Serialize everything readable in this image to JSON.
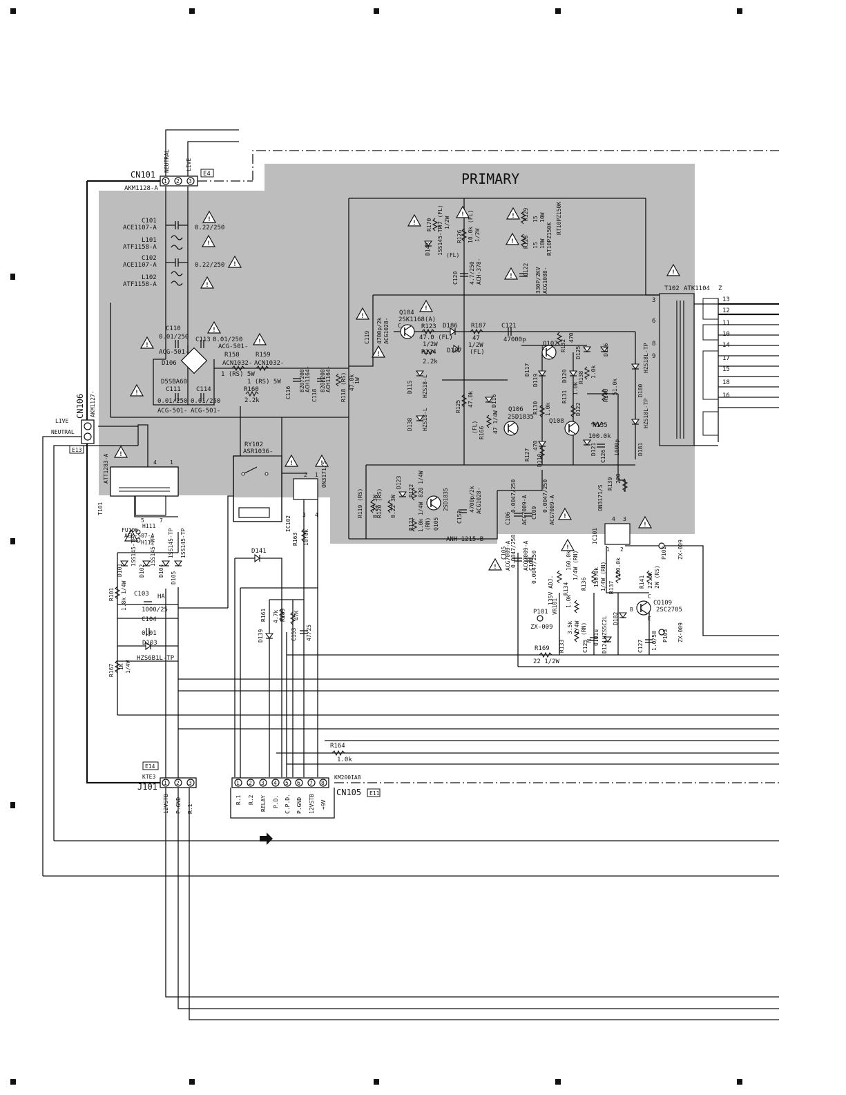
{
  "title": "PRIMARY",
  "colors": {
    "primary_area": "#bdbdbd",
    "ink": "#111111",
    "background": "#ffffff"
  },
  "connectors": {
    "cn101": {
      "ref": "CN101",
      "part": "AKM1128-A",
      "grid": "E4",
      "pin_names": [
        "NEUTRAL",
        "LIVE"
      ],
      "pins": [
        "1",
        "2",
        "3"
      ]
    },
    "cn106": {
      "ref": "CN106",
      "part": "AKM1127-",
      "grid": "E13",
      "pin_names": [
        "LIVE",
        "NEUTRAL"
      ]
    },
    "j101": {
      "ref": "J101",
      "part": "KTE3",
      "grid": "E14",
      "pins": [
        "1",
        "2",
        "3"
      ],
      "pin_labels": [
        "12VSTB",
        "P.GND",
        "R.1"
      ]
    },
    "cn105": {
      "ref": "CN105",
      "part": "KM200IA8",
      "grid": "E11",
      "pins": [
        "1",
        "2",
        "3",
        "4",
        "5",
        "6",
        "7",
        "8"
      ],
      "pin_labels": [
        "R.1",
        "R.2",
        "RELAY",
        "P.D.",
        "C.P.D.",
        "P.GND",
        "12VSTB",
        "+9V"
      ]
    }
  },
  "components": {
    "c101": [
      "C101",
      "ACE1107-A",
      "0.22/250"
    ],
    "l101": [
      "L101",
      "ATF1158-A"
    ],
    "c102": [
      "C102",
      "ACE1107-A",
      "0.22/250"
    ],
    "l102": [
      "L102",
      "ATF1158-A"
    ],
    "c110": [
      "C110",
      "0.01/250",
      "ACG-501-"
    ],
    "c113": [
      "C113",
      "0.01/250",
      "ACG-501-"
    ],
    "d106": [
      "D106",
      "D5SBA60"
    ],
    "c111": [
      "C111",
      "0.01/250",
      "ACG-501-"
    ],
    "c114": [
      "C114",
      "0.01/250",
      "ACG-501-"
    ],
    "r158": [
      "R158",
      "ACN1032-",
      "1 (RS) 5W"
    ],
    "r159": [
      "R159",
      "ACN1032-",
      "1 (RS) 5W"
    ],
    "r160": [
      "R160",
      "2.2k"
    ],
    "c116": [
      "C116",
      "820/200",
      "ACH1164-"
    ],
    "c118": [
      "C118",
      "820/200",
      "ACH1164-"
    ],
    "r118": [
      "R118 (RS)",
      "47.0k",
      "1W"
    ],
    "d148": [
      "D148",
      "1SS145-TP"
    ],
    "r170": [
      "R170",
      "47 (FL)",
      "1/2W"
    ],
    "r126": [
      "R126",
      "10.0k (FL)",
      "1/2W"
    ],
    "c120": [
      "C120",
      "4.7/250",
      "ACH-378-"
    ],
    "r129": [
      "R129",
      "15",
      "10W"
    ],
    "r128": [
      "R128",
      "15",
      "10W",
      "RT10PZ150K",
      "RT10PZ150K"
    ],
    "c122": [
      "C122",
      "330P/2KV",
      "ACG1088-"
    ],
    "c119": [
      "C119",
      "4700p/2k",
      "ACG1028-"
    ],
    "q104": [
      "Q104",
      "2SK1168(A)"
    ],
    "r123": [
      "R123",
      "47.0 (FL)",
      "1/2W"
    ],
    "r124": [
      "R124",
      "2.2k"
    ],
    "d186": [
      "D186"
    ],
    "d187": [
      "D187"
    ],
    "r187": [
      "R187",
      "47",
      "1/2W",
      "(FL)"
    ],
    "c121": [
      "C121",
      "47000p"
    ],
    "q107": [
      "Q107"
    ],
    "r132": [
      "R132",
      "470"
    ],
    "d117": [
      "D117"
    ],
    "d119": [
      "D119"
    ],
    "d120": [
      "D120"
    ],
    "d125": [
      "D125"
    ],
    "r138": [
      "R138",
      "1.0k"
    ],
    "d126": [
      "D126"
    ],
    "d180": [
      "D180",
      "HZS18L-TP"
    ],
    "r140": [
      "R140",
      "51.0k"
    ],
    "d115": [
      "D115",
      "HZS18-L"
    ],
    "d138": [
      "D138",
      "HZS18-L"
    ],
    "r125": [
      "R125",
      "47.0k"
    ],
    "r166": [
      "R166",
      "47 1/4W",
      "(FL)"
    ],
    "d116": [
      "D116"
    ],
    "q106": [
      "Q106",
      "2SD1835"
    ],
    "r130": [
      "R130",
      "1.0k"
    ],
    "r131": [
      "R131",
      "1.0k"
    ],
    "q108": [
      "Q108"
    ],
    "d122": [
      "D122"
    ],
    "r135": [
      "R135",
      "100.0k"
    ],
    "d121": [
      "D121"
    ],
    "c126": [
      "C126",
      "1000p"
    ],
    "d181": [
      "D181",
      "HZS18L-TP"
    ],
    "r127": [
      "R127",
      "470"
    ],
    "d118": [
      "D118"
    ],
    "r139": [
      "R139",
      "220"
    ],
    "d123": [
      "D123"
    ],
    "r119": [
      "R119 (RS)",
      "0.22 3W"
    ],
    "r120": [
      "R120 (RS)",
      "0.22 3W"
    ],
    "r122": [
      "R122",
      "820 1/4W"
    ],
    "r121": [
      "R121",
      "1.0k 1/4W",
      "(RN)"
    ],
    "q105": [
      "Q105",
      "2SD1835"
    ],
    "c152": [
      "C152",
      "4700p/2k",
      "ACG1028-"
    ],
    "anh": [
      "ANH 1215-B"
    ],
    "c106": [
      "C106",
      "0.0047/250",
      "ACG7009-A"
    ],
    "c109": [
      "C109",
      "0.0047/250",
      "ACG7009-A"
    ],
    "c105": [
      "C105",
      "0.0047/250",
      "ACG7009-A"
    ],
    "c108": [
      "C108",
      "0.0047/250",
      "ACG7009-A"
    ],
    "t102": [
      "T102",
      "ATK1104",
      "Z"
    ],
    "t101": [
      "T101",
      "ATT1283-A"
    ],
    "ry102": [
      "RY102",
      "ASR1036-"
    ],
    "ic102": [
      "IC102",
      "ON3171/S"
    ],
    "ic101": [
      "IC101",
      "ON3171/S"
    ],
    "fu106": [
      "FU106",
      "AEK-507-A"
    ],
    "h111": [
      "H111"
    ],
    "h112": [
      "H112"
    ],
    "d101": [
      "D101",
      "1SS145-TP"
    ],
    "d102": [
      "D102",
      "1SS145-TP"
    ],
    "d104": [
      "D104",
      "1SS145-TP"
    ],
    "d105": [
      "D105",
      "1SS145-TP"
    ],
    "r101": [
      "R101",
      "1.8k 1/4W"
    ],
    "c103": [
      "C103",
      "1000/25",
      "HA"
    ],
    "c104": [
      "C104",
      "0.01"
    ],
    "d103": [
      "D103",
      "HZS6B1L-TP"
    ],
    "r167": [
      "R167",
      "1K",
      "1/4W"
    ],
    "d141": [
      "D141"
    ],
    "r163": [
      "R163",
      "10.0k"
    ],
    "d139": [
      "D139"
    ],
    "r161": [
      "R161",
      "4.7k"
    ],
    "r189": [
      "R189",
      "47K"
    ],
    "c153": [
      "C153",
      "47/25"
    ],
    "r164": [
      "R164",
      "1.0k"
    ],
    "r134": [
      "R134",
      "160.0k",
      "1/4W (RN)"
    ],
    "r136": [
      "R136",
      "150.0k",
      "1/4W (RN)"
    ],
    "r137": [
      "R137",
      "150.0k"
    ],
    "vr101": [
      "VR101",
      "1.0k",
      "135V ADJ."
    ],
    "r141": [
      "R141",
      "22.0k",
      "2W (RS)"
    ],
    "q109": [
      "CQ109",
      "2SC2705"
    ],
    "p101": [
      "P101",
      "ZX-009"
    ],
    "p102": [
      "P102",
      "ZX-009"
    ],
    "p103": [
      "P103",
      "ZX-009"
    ],
    "r133": [
      "R133",
      "3.5k",
      "1/4W",
      "(RN)"
    ],
    "c125": [
      "C125",
      "0.01u",
      "M"
    ],
    "d182": [
      "D182",
      "HZS5C2L"
    ],
    "d124": [
      "D124"
    ],
    "c127": [
      "C127",
      "1.0/50"
    ],
    "r169": [
      "R169",
      "22 1/2W"
    ]
  },
  "transformer_pins": [
    "3",
    "6",
    "8",
    "9"
  ],
  "transformer_outputs": [
    "13",
    "12",
    "11",
    "10",
    "14",
    "17",
    "15",
    "18",
    "16"
  ],
  "transistor_pins": [
    "C",
    "E",
    "B"
  ],
  "t101_pins": [
    "4",
    "1",
    "5",
    "7"
  ],
  "ic_pins": [
    "1",
    "2",
    "3",
    "4"
  ],
  "fl_mark": "(FL)"
}
